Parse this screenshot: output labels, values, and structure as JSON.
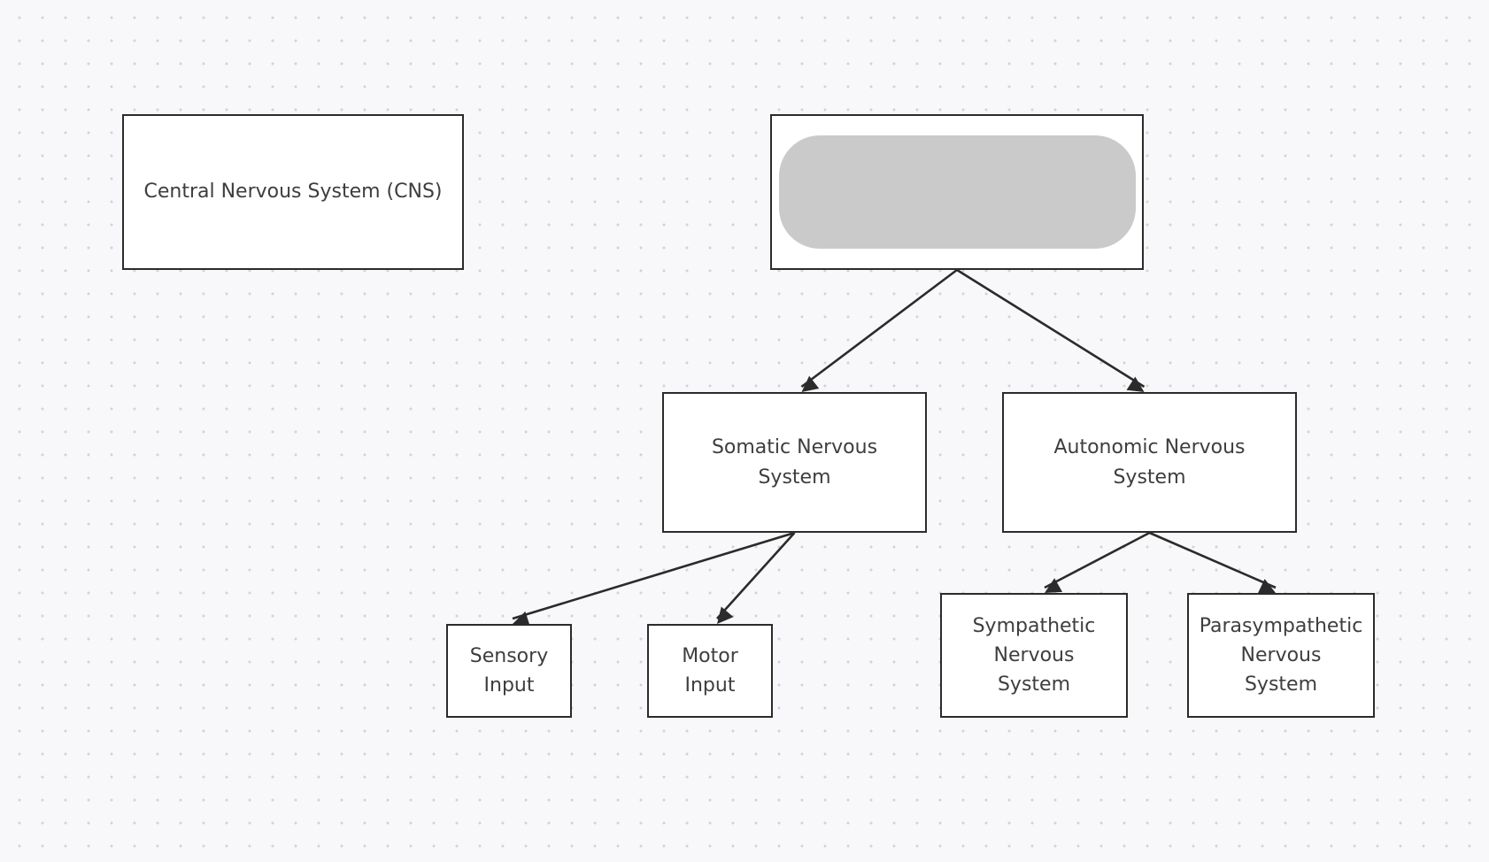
{
  "colors": {
    "background": "#f8f8fa",
    "grid_dot": "#d3d3da",
    "node_fill": "#ffffff",
    "node_border": "#2b2b2b",
    "text": "#3e3e3e",
    "connector": "#2b2b2b",
    "redaction": "#cacaca"
  },
  "diagram": {
    "nodes": {
      "cns": {
        "label": "Central Nervous System (CNS)"
      },
      "root": {
        "label": ""
      },
      "somatic": {
        "label_line1": "Somatic Nervous",
        "label_line2": "System"
      },
      "autonomic": {
        "label_line1": "Autonomic Nervous",
        "label_line2": "System"
      },
      "sensory": {
        "label_line1": "Sensory",
        "label_line2": "Input"
      },
      "motor": {
        "label_line1": "Motor",
        "label_line2": "Input"
      },
      "sympathetic": {
        "label_line1": "Sympathetic",
        "label_line2": "Nervous",
        "label_line3": "System"
      },
      "parasympathetic": {
        "label_line1": "Parasympathetic",
        "label_line2": "Nervous",
        "label_line3": "System"
      }
    },
    "edges": [
      {
        "from": "root",
        "to": "somatic"
      },
      {
        "from": "root",
        "to": "autonomic"
      },
      {
        "from": "somatic",
        "to": "sensory"
      },
      {
        "from": "somatic",
        "to": "motor"
      },
      {
        "from": "autonomic",
        "to": "sympathetic"
      },
      {
        "from": "autonomic",
        "to": "parasympathetic"
      }
    ]
  }
}
